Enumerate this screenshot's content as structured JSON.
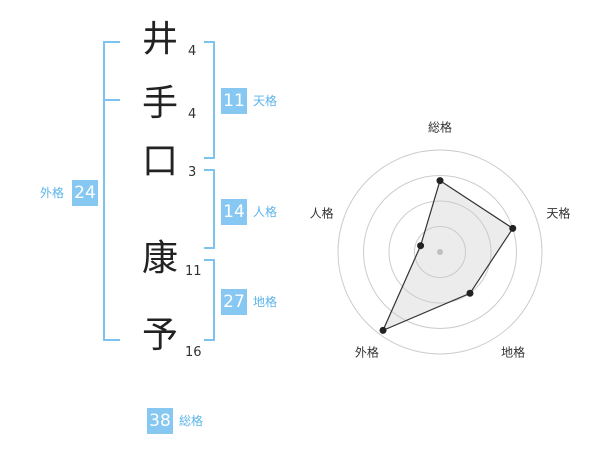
{
  "name": {
    "chars": [
      {
        "char": "井",
        "strokes": "4"
      },
      {
        "char": "手",
        "strokes": "4"
      },
      {
        "char": "口",
        "strokes": "3"
      },
      {
        "char": "康",
        "strokes": "11"
      },
      {
        "char": "予",
        "strokes": "16"
      }
    ]
  },
  "kaku": {
    "tenkaku": {
      "value": "11",
      "label": "天格"
    },
    "jinkaku": {
      "value": "14",
      "label": "人格"
    },
    "chikaku": {
      "value": "27",
      "label": "地格"
    },
    "gaikaku": {
      "value": "24",
      "label": "外格"
    },
    "soukaku": {
      "value": "38",
      "label": "総格"
    }
  },
  "colors": {
    "accent": "#86c8f2",
    "accent_text": "#5bb4ea",
    "bracket": "#7cc3f0"
  },
  "chart_data": {
    "type": "radar",
    "axes": [
      "総格",
      "天格",
      "地格",
      "外格",
      "人格"
    ],
    "values": [
      0.7,
      0.75,
      0.5,
      0.95,
      0.2
    ],
    "rings": 4
  }
}
